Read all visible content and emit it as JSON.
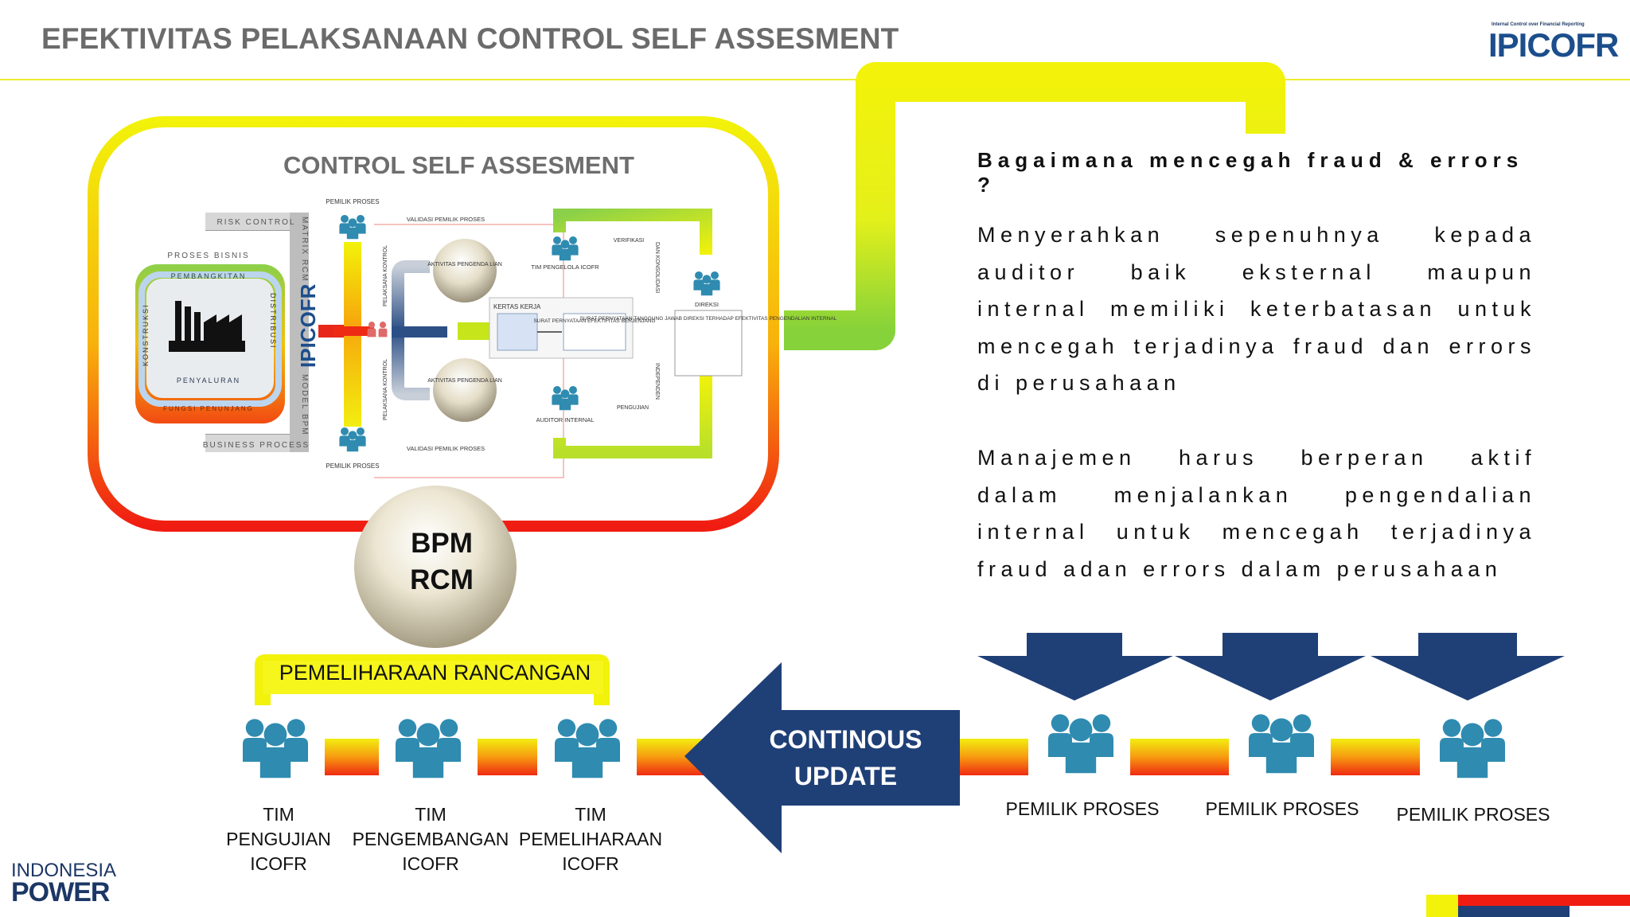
{
  "header": {
    "title": "EFEKTIVITAS PELAKSANAAN CONTROL SELF ASSESMENT",
    "logo_icofr": "IPICOFR",
    "logo_icofr_tagline": "Internal Control over Financial Reporting"
  },
  "csa": {
    "title": "CONTROL SELF ASSESMENT",
    "diagram": {
      "risk_control": "RISK CONTROL",
      "proses_bisnis": "PROSES BISNIS",
      "pembangkitan": "PEMBANGKITAN",
      "konstruksi": "KONSTRUKSI",
      "distribusi": "DISTRIBUSI",
      "penyaluran": "PENYALURAN",
      "fungsi_penunjang": "FUNGSI PENUNJANG",
      "business_process": "BUSINESS PROCESS",
      "matrix_rcm": "MATRIX RCM",
      "model_bpm": "MODEL BPM",
      "icofr": "IPICOFR",
      "pemilik_proses": "PEMILIK PROSES",
      "validasi_pemilik_proses": "VALIDASI PEMILIK PROSES",
      "pelaksana_kontrol": "PELAKSANA KONTROL",
      "aktivitas_pengendalian": "AKTIVITAS PENGENDA LIAN",
      "kertas_kerja": "KERTAS KERJA",
      "surat_pernyataan": "SURAT PERNYATAAN EFEKTIFITAS BERJENJANG",
      "tim_pengelola_icofr": "TIM PENGELOLA ICOFR",
      "verifikasi": "VERIFIKASI",
      "auditor_internal": "AUDITOR INTERNAL",
      "pengujian": "PENGUJIAN",
      "direksi": "DIREKSI",
      "surat_direksi": "SURAT PERNYATAAN TANGGUNG JAWAB DIREKSI TERHADAP EFEKTIVITAS PENGENDALIAN INTERNAL",
      "independen": "INDEPENDEN",
      "dan_konsolidasi": "DAN KONSOLIDASI"
    }
  },
  "bpm_rcm": {
    "line1": "BPM",
    "line2": "RCM"
  },
  "pemeliharaan_rancangan": "PEMELIHARAAN RANCANGAN",
  "continous_update": {
    "line1": "CONTINOUS",
    "line2": "UPDATE"
  },
  "teams": [
    {
      "line1": "TIM",
      "line2": "PENGUJIAN",
      "line3": "ICOFR"
    },
    {
      "line1": "TIM",
      "line2": "PENGEMBANGAN",
      "line3": "ICOFR"
    },
    {
      "line1": "TIM",
      "line2": "PEMELIHARAAN",
      "line3": "ICOFR"
    }
  ],
  "owners": [
    "PEMILIK PROSES",
    "PEMILIK PROSES",
    "PEMILIK PROSES"
  ],
  "question": "Bagaimana mencegah fraud & errors ?",
  "paragraphs": [
    "Menyerahkan sepenuhnya kepada auditor baik eksternal maupun internal memiliki keterbatasan untuk mencegah terjadinya fraud dan errors di perusahaan",
    "Manajemen harus berperan aktif dalam menjalankan pengendalian internal untuk mencegah terjadinya fraud adan errors dalam perusahaan"
  ],
  "footer": {
    "logo_line1": "INDONESIA",
    "logo_line2": "POWER"
  },
  "colors": {
    "navy": "#1f3f77",
    "teal": "#2f8bb0",
    "yellow": "#f2f20a",
    "red": "#f01c12",
    "title_gray": "#6b6b6b"
  }
}
